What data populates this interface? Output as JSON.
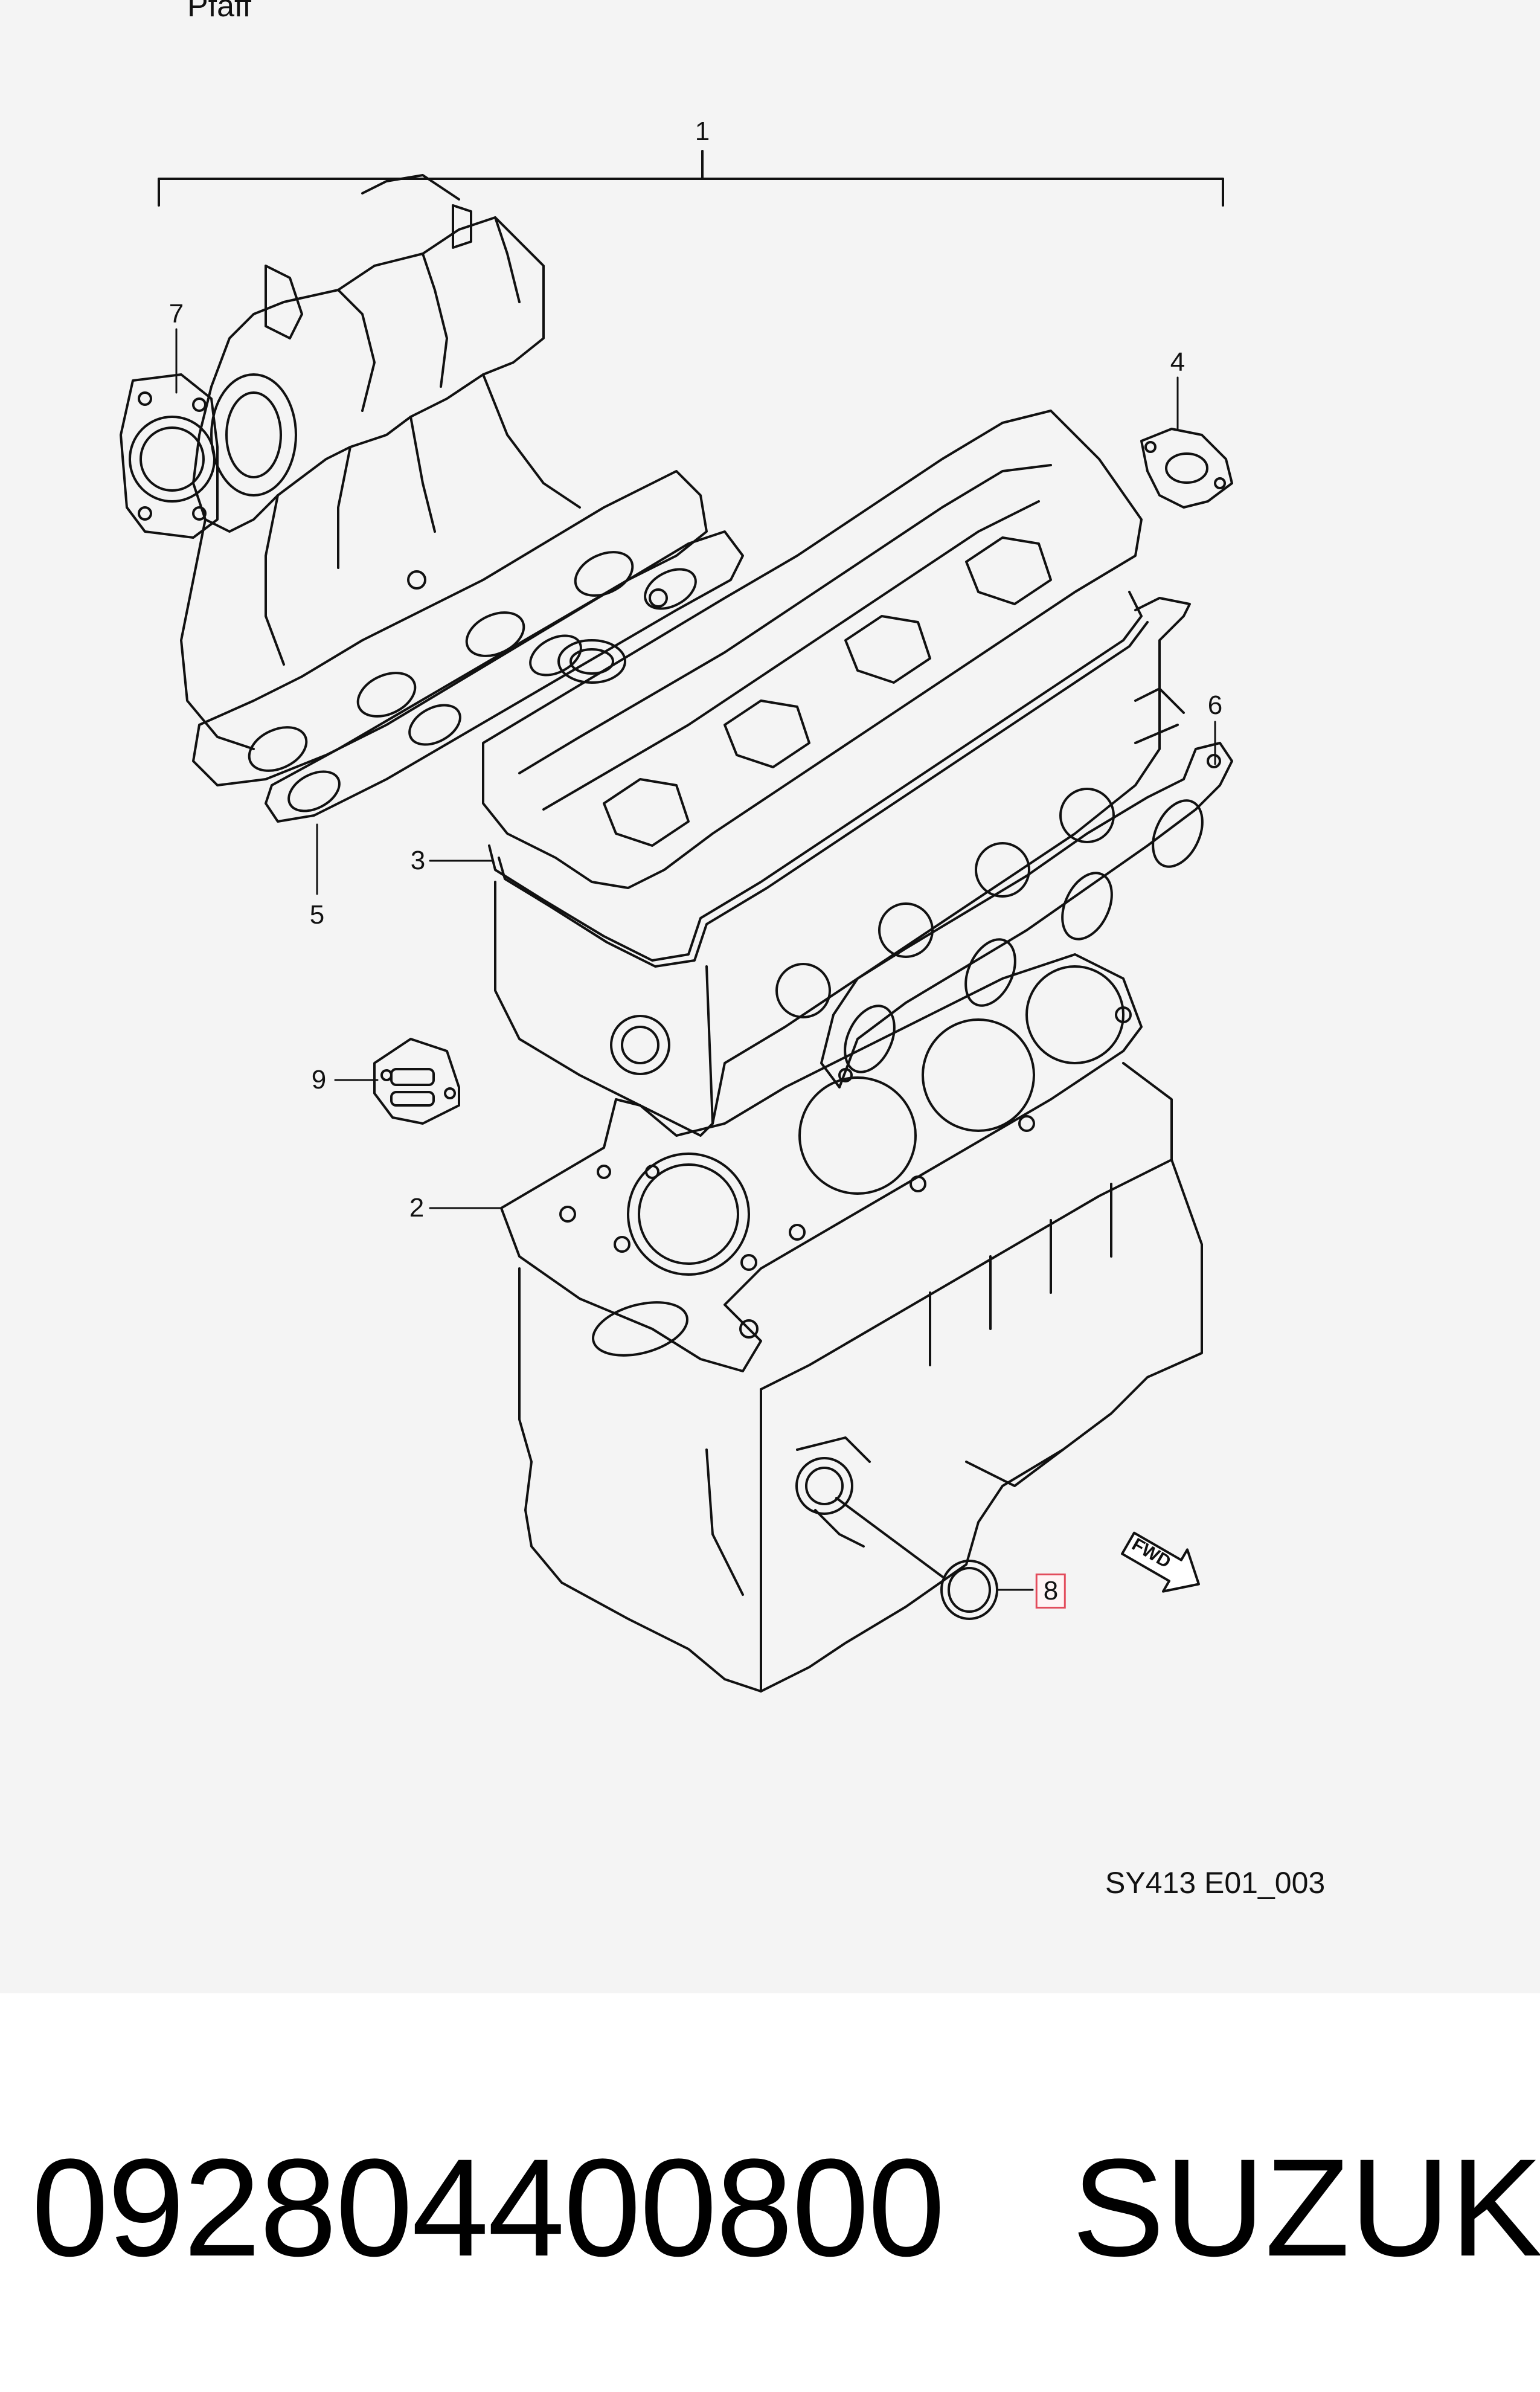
{
  "header": {
    "fragment": "Pfaff"
  },
  "callouts": {
    "c1": "1",
    "c2": "2",
    "c3": "3",
    "c4": "4",
    "c5": "5",
    "c6": "6",
    "c7": "7",
    "c8": "8",
    "c9": "9"
  },
  "highlighted_callout": "8",
  "drawing_code": "SY413 E01_003",
  "fwd_arrow": {
    "label": "FWD"
  },
  "footer": {
    "part_number": "092804400800",
    "brand": "SUZUKI"
  },
  "colors": {
    "line": "#111111",
    "panel_bg": "#f4f4f4",
    "highlight": "#e24c5c"
  }
}
